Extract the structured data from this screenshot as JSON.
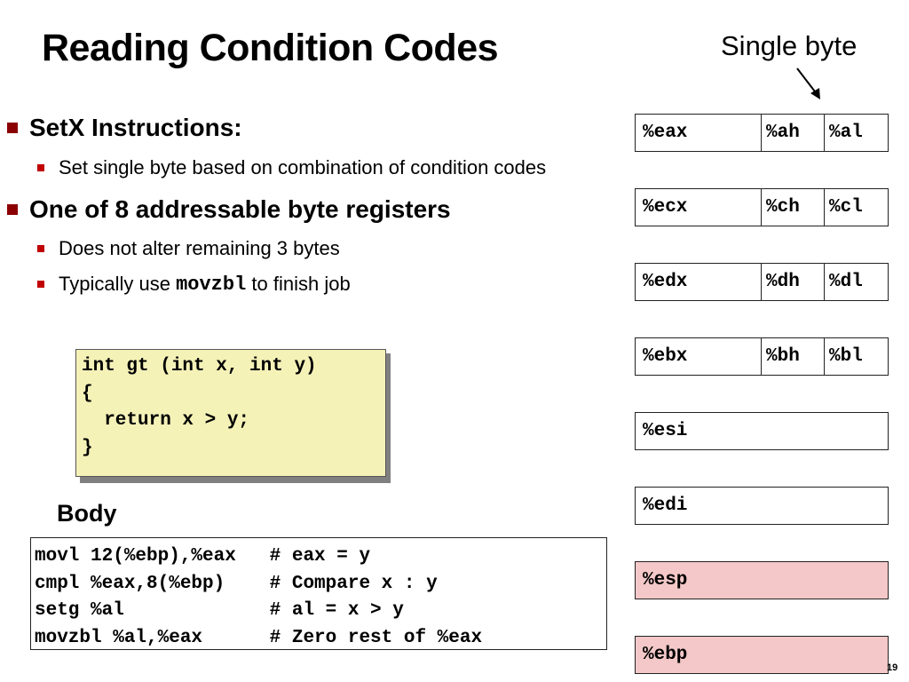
{
  "title": "Reading Condition Codes",
  "annotation": "Single byte",
  "bullets": [
    {
      "text": "SetX Instructions:",
      "sub": [
        {
          "text": "Set single byte based on combination of condition codes"
        }
      ]
    },
    {
      "text": "One of 8 addressable byte registers",
      "sub": [
        {
          "text": "Does not alter remaining 3 bytes"
        },
        {
          "pre": "Typically use ",
          "code": "movzbl",
          "post": " to finish job"
        }
      ]
    }
  ],
  "c_code": [
    "int gt (int x, int y)",
    "{",
    "  return x > y;",
    "}"
  ],
  "body_label": "Body",
  "asm": [
    "movl 12(%ebp),%eax   # eax = y",
    "cmpl %eax,8(%ebp)    # Compare x : y",
    "setg %al             # al = x > y",
    "movzbl %al,%eax      # Zero rest of %eax"
  ],
  "registers": [
    {
      "name": "%eax",
      "hi": "%ah",
      "lo": "%al"
    },
    {
      "name": "%ecx",
      "hi": "%ch",
      "lo": "%cl"
    },
    {
      "name": "%edx",
      "hi": "%dh",
      "lo": "%dl"
    },
    {
      "name": "%ebx",
      "hi": "%bh",
      "lo": "%bl"
    },
    {
      "name": "%esi"
    },
    {
      "name": "%edi"
    },
    {
      "name": "%esp"
    },
    {
      "name": "%ebp"
    }
  ],
  "colors": {
    "bullet": "#8b0000",
    "code_bg": "#f5f2b8",
    "special_register_bg": "#f4c8c8"
  },
  "page_number": "19"
}
